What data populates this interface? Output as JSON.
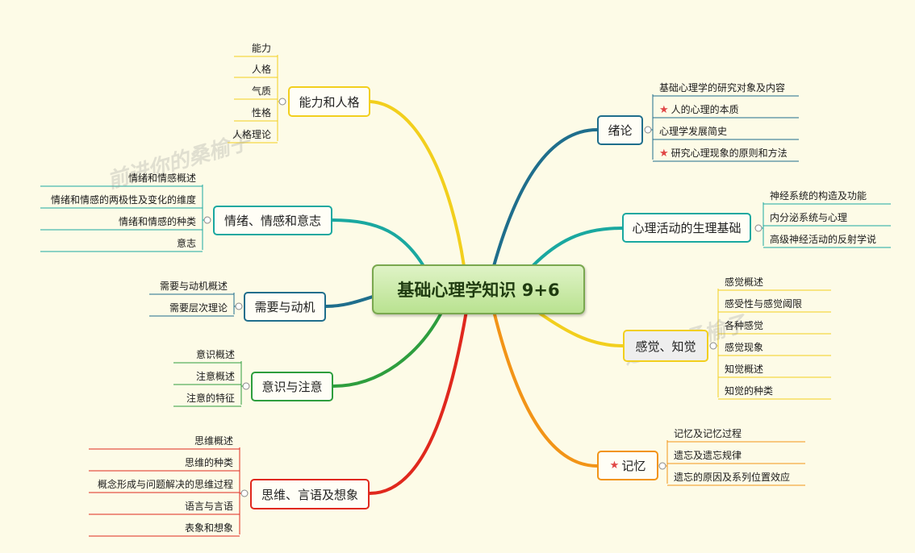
{
  "central": {
    "label": "基础心理学知识 9+6"
  },
  "branches": {
    "ability": {
      "label": "能力和人格",
      "color": "#f2cf1d",
      "leaves": [
        "能力",
        "人格",
        "气质",
        "性格",
        "人格理论"
      ]
    },
    "emotion": {
      "label": "情绪、情感和意志",
      "color": "#1aa8a0",
      "leaves": [
        "情绪和情感概述",
        "情绪和情感的两极性及变化的维度",
        "情绪和情感的种类",
        "意志"
      ]
    },
    "need": {
      "label": "需要与动机",
      "color": "#1f6e8c",
      "leaves": [
        "需要与动机概述",
        "需要层次理论"
      ]
    },
    "consciousness": {
      "label": "意识与注意",
      "color": "#2e9e3e",
      "leaves": [
        "意识概述",
        "注意概述",
        "注意的特征"
      ]
    },
    "thinking": {
      "label": "思维、言语及想象",
      "color": "#e0281d",
      "leaves": [
        "思维概述",
        "思维的种类",
        "概念形成与问题解决的思维过程",
        "语言与言语",
        "表象和想象"
      ]
    },
    "intro": {
      "label": "绪论",
      "color": "#1f6e8c",
      "leaves": [
        "基础心理学的研究对象及内容",
        "人的心理的本质",
        "心理学发展简史",
        "研究心理现象的原则和方法"
      ],
      "starred": [
        false,
        true,
        false,
        true
      ]
    },
    "physio": {
      "label": "心理活动的生理基础",
      "color": "#1aa8a0",
      "leaves": [
        "神经系统的构造及功能",
        "内分泌系统与心理",
        "高级神经活动的反射学说"
      ]
    },
    "sensation": {
      "label": "感觉、知觉",
      "color": "#f2cf1d",
      "leaves": [
        "感觉概述",
        "感受性与感觉阈限",
        "各种感觉",
        "感觉现象",
        "知觉概述",
        "知觉的种类"
      ]
    },
    "memory": {
      "label": "记忆",
      "color": "#f29417",
      "starred": true,
      "leaves": [
        "记忆及记忆过程",
        "遗忘及遗忘规律",
        "遗忘的原因及系列位置效应"
      ]
    }
  },
  "icons": {
    "star": "star-icon",
    "collapse": "collapse-toggle-icon"
  },
  "watermark": {
    "text": "前进你的桑榆子",
    "text2": "进你的桑榆子"
  }
}
